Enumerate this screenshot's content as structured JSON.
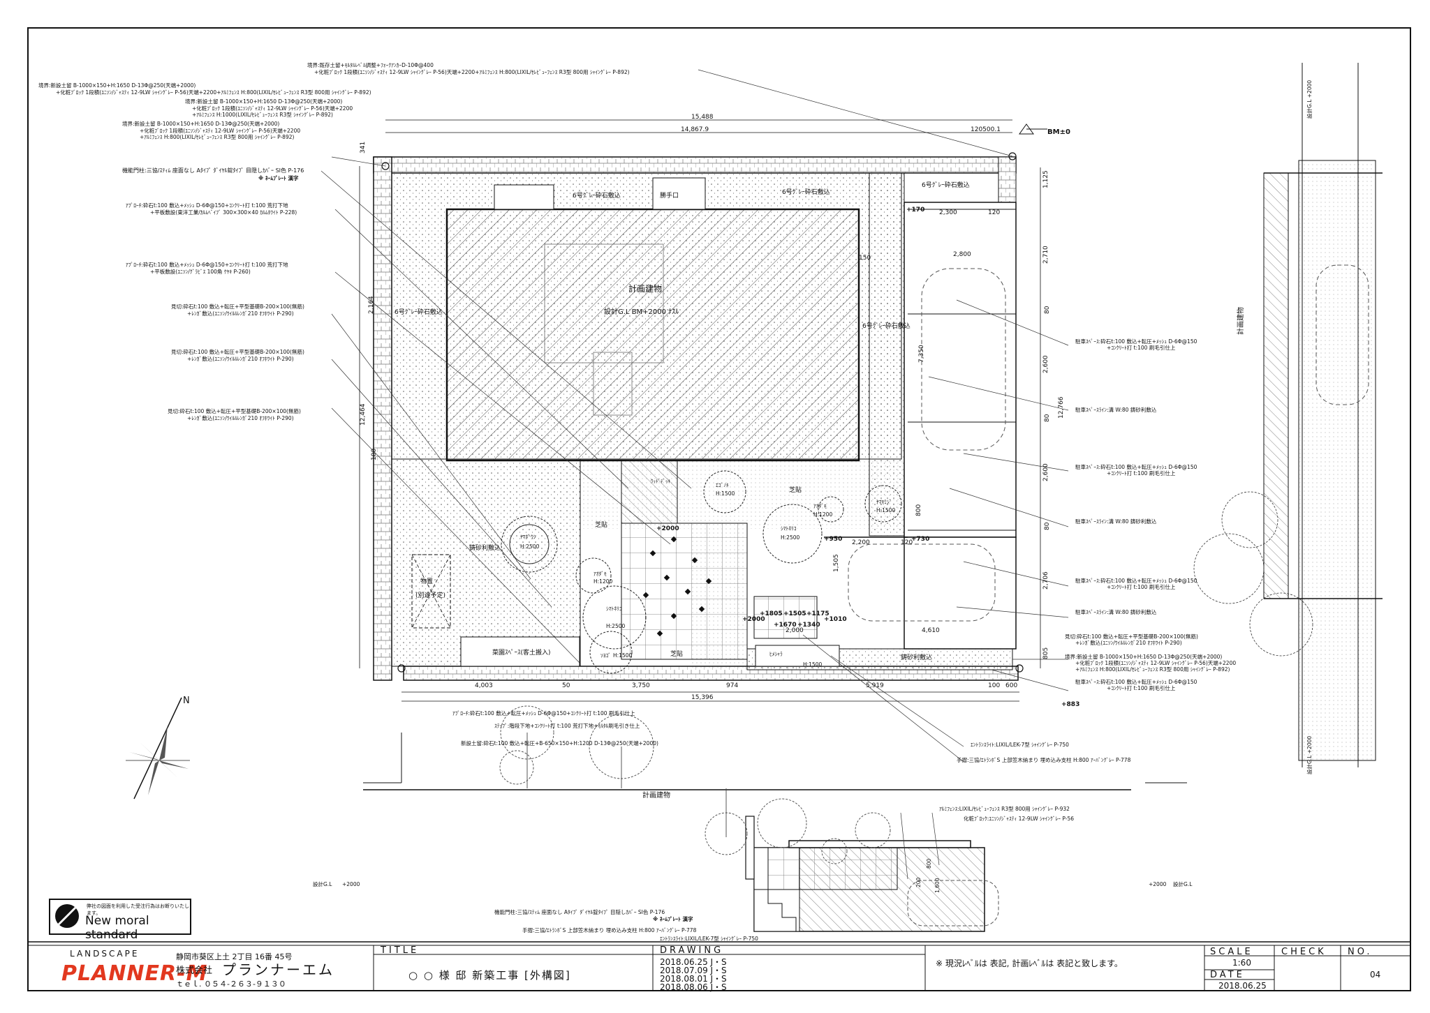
{
  "drawing": {
    "bm_marker": "BM±0",
    "building_label": "計画建物",
    "building_gl": "設計G.L BM+2000 ﾅｽﾙ",
    "section_building_label": "計画建物",
    "side_building_label": "計画建物",
    "design_gl_left": "設計G.L",
    "design_gl_left_val": "+2000",
    "design_gl_right_val": "+2000",
    "design_gl_right": "設計G.L",
    "side_gl_top": "設計G.L +2000",
    "side_gl_bottom": "設計G.L +2000",
    "dimensions": {
      "top_total": "15,488",
      "top_inner": "14,867.9",
      "top_right": "120500.1",
      "bottom_total": "15,396",
      "bottom_segments": [
        "4,003",
        "50",
        "3,750",
        "974",
        "5,919",
        "100",
        "600"
      ],
      "left_total": "12,464",
      "left_a": "2,164",
      "left_b": "341",
      "left_c": "100",
      "right_segments": [
        "1,125",
        "2,710",
        "2,600",
        "2,600",
        "2,706",
        "805"
      ],
      "right_total": "12,766",
      "right_inner": [
        "80",
        "80",
        "80"
      ],
      "parking_w": [
        "2,300",
        "2,800",
        "2,200",
        "4,610",
        "2,000"
      ],
      "parking_small": [
        "120",
        "120",
        "150",
        "7,350",
        "1,505",
        "800"
      ]
    },
    "levels": [
      "+170",
      "+950",
      "+730",
      "+2000",
      "+1805",
      "+1505",
      "+1175",
      "+2000",
      "+1670",
      "+1340",
      "+1010",
      "+883"
    ],
    "area_labels": {
      "gravel_top_left": "6号ｸﾞﾚｰ砕石敷込",
      "gravel_top_right": "6号ｸﾞﾚｰ砕石敷込",
      "gravel_top_far": "6号ｸﾞﾚｰ砕石敷込",
      "gravel_left": "6号ｸﾞﾚｰ砕石敷込",
      "gravel_right": "6号ｸﾞﾚｰ砕石敷込",
      "katte_guchi": "勝手口",
      "sand": "鋳砂利敷込",
      "sand2": "鋳砂利敷込",
      "lawn1": "芝貼",
      "lawn2": "芝貼",
      "lawn3": "芝貼",
      "vegetable": "菜園ｽﾍﾟｰｽ(客土搬入)",
      "storage": "物置",
      "storage_sub": "(別途予定)",
      "wood_deck": "ｳｯﾄﾞﾃﾞｯｷ"
    },
    "trees": [
      {
        "name": "ﾔﾏﾎﾞｳｼ",
        "h": "H:2500"
      },
      {
        "name": "ｴｺﾞﾉｷ",
        "h": "H:1500"
      },
      {
        "name": "ｼﾏﾄﾈﾘｺ",
        "h": "H:2500"
      },
      {
        "name": "ｱｵﾀﾞﾓ",
        "h": "H:1200"
      },
      {
        "name": "ｼﾏﾄﾈﾘｺ",
        "h": "H:2500"
      },
      {
        "name": "ｿﾖｺﾞ",
        "h": "H:1500"
      },
      {
        "name": "ﾔﾏﾓﾐｼﾞ",
        "h": "H:1500"
      },
      {
        "name": "ｱｵﾀﾞﾓ",
        "h": "H:1200"
      },
      {
        "name": "ﾋﾒｼｬﾗ",
        "h": "H:1500"
      }
    ],
    "callouts_left": [
      "境界:新設土留 B-1000×150+H:1650 D-13Φ@250(天端+2000)",
      "+化粧ﾌﾞﾛｯｸ 1段積(ﾕﾆｿﾝ/ｼﾞｬｽﾃｨ 12-9LW ｼｬｲﾝｸﾞﾚｰ P-56)天端+2200+ｱﾙﾐﾌｪﾝｽ H:800(LIXIL/ｾﾚﾋﾞｭｰﾌｪﾝｽ R3型 800用 ｼｬｲﾝｸﾞﾚｰ P-892)",
      "境界:新設土留 B-1000×150+H:1650 D-13Φ@250(天端+2000)",
      "+化粧ﾌﾞﾛｯｸ 1段積(ﾕﾆｿﾝ/ｼﾞｬｽﾃｨ 12-9LW ｼｬｲﾝｸﾞﾚｰ P-56)天端+2200",
      "+ｱﾙﾐﾌｪﾝｽ H:1000(LIXIL/ｾﾚﾋﾞｭｰﾌｪﾝｽ R3型 ｼｬｲﾝｸﾞﾚｰ P-892)",
      "境界:新設土留 B-1000×150+H:1650 D-13Φ@250(天端+2000)",
      "+化粧ﾌﾞﾛｯｸ 1段積(ﾕﾆｿﾝ/ｼﾞｬｽﾃｨ 12-9LW ｼｬｲﾝｸﾞﾚｰ P-56)天端+2200",
      "+ｱﾙﾐﾌｪﾝｽ H:800(LIXIL/ｾﾚﾋﾞｭｰﾌｪﾝｽ R3型 800用 ｼｬｲﾝｸﾞﾚｰ P-892)",
      "機能門柱:三協/ｽﾃｨﾑ 座面なし Aﾀｲﾌﾟ ﾀﾞｲﾔﾙ錠ﾀｲﾌﾟ 目隠しｶﾊﾞｰ SI色 P-176",
      "※ ﾈｰﾑﾌﾟﾚｰﾄ 漢字",
      "ｱﾌﾟﾛｰﾁ:砕石t:100 敷込+ﾒｯｼｭ D-6Φ@150+ｺﾝｸﾘｰﾄ打 t:100 荒打下地",
      "+平板敷設(東洋工業/ｶﾙﾑﾍﾞｲﾌﾞ 300×300×40 ｶﾙﾑﾎﾜｲﾄ P-228)",
      "ｱﾌﾟﾛｰﾁ:砕石t:100 敷込+ﾒｯｼｭ D-6Φ@150+ｺﾝｸﾘｰﾄ打 t:100 荒打下地",
      "+平板敷設(ﾕﾆｿﾝ/ｸﾞﾗﾋﾞｽ 100角 ｹﾔｷ P-260)",
      "見切:砕石t:100 敷込+転圧+平型基礎B-200×100(無筋)",
      "+ﾚﾝｶﾞ敷込(ﾕﾆｿﾝ/ﾜｲﾙﾙﾚﾝｶﾞ210 ｵﾌﾎﾜｲﾄ P-290)",
      "見切:砕石t:100 敷込+転圧+平型基礎B-200×100(無筋)",
      "+ﾚﾝｶﾞ敷込(ﾕﾆｿﾝ/ﾜｲﾙﾙﾚﾝｶﾞ210 ｵﾌﾎﾜｲﾄ P-290)",
      "見切:砕石t:100 敷込+転圧+平型基礎B-200×100(無筋)",
      "+ﾚﾝｶﾞ敷込(ﾕﾆｿﾝ/ﾜｲﾙﾙﾚﾝｶﾞ210 ｵﾌﾎﾜｲﾄ P-290)"
    ],
    "callout_top": [
      "境界:既存土留+ﾓﾙﾀﾙﾚﾍﾞﾙ調整+ﾌｫｰｸｱﾝｶｰD-10Φ@400",
      "+化粧ﾌﾞﾛｯｸ 1段積(ﾕﾆｿﾝ/ｼﾞｬｽﾃｨ 12-9LW ｼｬｲﾝｸﾞﾚｰ P-56)天端+2200+ｱﾙﾐﾌｪﾝｽ H:800(LIXIL/ｾﾚﾋﾞｭｰﾌｪﾝｽ R3型 800用 ｼｬｲﾝｸﾞﾚｰ P-892)"
    ],
    "callouts_right": [
      "駐車ｽﾍﾟｰｽ:砕石t:100 敷込+転圧+ﾒｯｼｭ D-6Φ@150",
      "+ｺﾝｸﾘｰﾄ打 t:100 刷毛引仕上",
      "駐車ｽﾍﾟｰｽﾗｲﾝ:溝 W:80 鋳砂利敷込",
      "駐車ｽﾍﾟｰｽ:砕石t:100 敷込+転圧+ﾒｯｼｭ D-6Φ@150",
      "+ｺﾝｸﾘｰﾄ打 t:100 刷毛引仕上",
      "駐車ｽﾍﾟｰｽﾗｲﾝ:溝 W:80 鋳砂利敷込",
      "駐車ｽﾍﾟｰｽ:砕石t:100 敷込+転圧+ﾒｯｼｭ D-6Φ@150",
      "+ｺﾝｸﾘｰﾄ打 t:100 刷毛引仕上",
      "駐車ｽﾍﾟｰｽﾗｲﾝ:溝 W:80 鋳砂利敷込",
      "見切:砕石t:100 敷込+転圧+平型基礎B-200×100(無筋)",
      "+ﾚﾝｶﾞ敷込(ﾕﾆｿﾝ/ﾜｲﾙﾙﾚﾝｶﾞ210 ｵﾌﾎﾜｲﾄ P-290)",
      "境界:新設土留 B-1000×150+H:1650 D-13Φ@250(天端+2000)",
      "+化粧ﾌﾞﾛｯｸ 1段積(ﾕﾆｿﾝ/ｼﾞｬｽﾃｨ 12-9LW ｼｬｲﾝｸﾞﾚｰ P-56)天端+2200",
      "+ｱﾙﾐﾌｪﾝｽ H:800(LIXIL/ｾﾚﾋﾞｭｰﾌｪﾝｽ R3型 800用 ｼｬｲﾝｸﾞﾚｰ P-892)",
      "駐車ｽﾍﾟｰｽ:砕石t:100 敷込+転圧+ﾒｯｼｭ D-6Φ@150",
      "+ｺﾝｸﾘｰﾄ打 t:100 刷毛引仕上"
    ],
    "callouts_bottom": [
      "ｱﾌﾟﾛｰﾁ:砕石t:100 敷込+転圧+ﾒｯｼｭ D-6Φ@150+ｺﾝｸﾘｰﾄ打 t:100 刷毛引仕上",
      "ｽﾃｯﾌﾟ:階段下地+ｺﾝｸﾘｰﾄ打 t:100 荒打下地+ﾓﾙﾀﾙ刷毛引き仕上",
      "新設土留:砕石t:100 敷込+転圧+B-650×150+H:1200 D-13Φ@250(天端+2000)",
      "ｴﾝﾄﾗﾝｽﾗｲﾄ:LIXIL/LEK-7型 ｼｬｲﾝｸﾞﾚｰ P-750",
      "手摺:三協/ｴﾄﾗﾝﾎﾞS 上部笠木納まり 埋め込み支柱 H:800 ｱｰﾊﾞﾝｸﾞﾚｰ P-778"
    ],
    "section_callouts": [
      "ｱﾙﾐﾌｪﾝｽ:LIXIL/ｾﾚﾋﾞｭｰﾌｪﾝｽ R3型 800用 ｼｬｲﾝｸﾞﾚｰ P-932",
      "化粧ﾌﾞﾛｯｸ:ﾕﾆｿﾝ/ｼﾞｬｽﾃｨ 12-9LW ｼｬｲﾝｸﾞﾚｰ P-56",
      "機能門柱:三協/ｽﾃｨﾑ 座面なし Aﾀｲﾌﾟ ﾀﾞｲﾔﾙ錠ﾀｲﾌﾟ 目隠しｶﾊﾞｰ SI色 P-176",
      "※ ﾈｰﾑﾌﾟﾚｰﾄ 漢字",
      "手摺:三協/ｴﾄﾗﾝﾎﾞS 上部笠木納まり 埋め込み支柱 H:800 ｱｰﾊﾞﾝｸﾞﾚｰ P-778",
      "ｴﾝﾄﾗﾝｽﾗｲﾄ:LIXIL/LEK-7型 ｼｬｲﾝｸﾞﾚｰ P-750"
    ],
    "section_dims": [
      "800",
      "200",
      "1,600"
    ],
    "compass": "N"
  },
  "nms": {
    "label": "New moral standard",
    "note": "弊社の図面を利用した受注行為はお断りいたします。"
  },
  "title_block": {
    "landscape": "LANDSCAPE",
    "logo": "PLANNER-M",
    "address": "静岡市葵区上土 2丁目 16番 45号",
    "company_prefix": "株式会社",
    "company": "プランナーエム",
    "tel": "ｔｅｌ. ０５４-２６３-９１３０",
    "title_label": "TITLE",
    "title": "○ ○ 様 邸 新築工事 [外構図]",
    "drawing_label": "DRAWING",
    "revisions": [
      "2018.06.25 J・S",
      "2018.07.09 J・S",
      "2018.08.01 J・S",
      "2018.08.06 J・S"
    ],
    "note": "※ 現況ﾚﾍﾞﾙは 表記, 計画ﾚﾍﾞﾙは 表記と致します。",
    "scale_label": "SCALE",
    "scale": "1:60",
    "date_label": "DATE",
    "date": "2018.06.25",
    "check_label": "CHECK",
    "no_label": "NO.",
    "no": "04"
  },
  "colors": {
    "logo": "#e2381f",
    "line": "#111111"
  }
}
